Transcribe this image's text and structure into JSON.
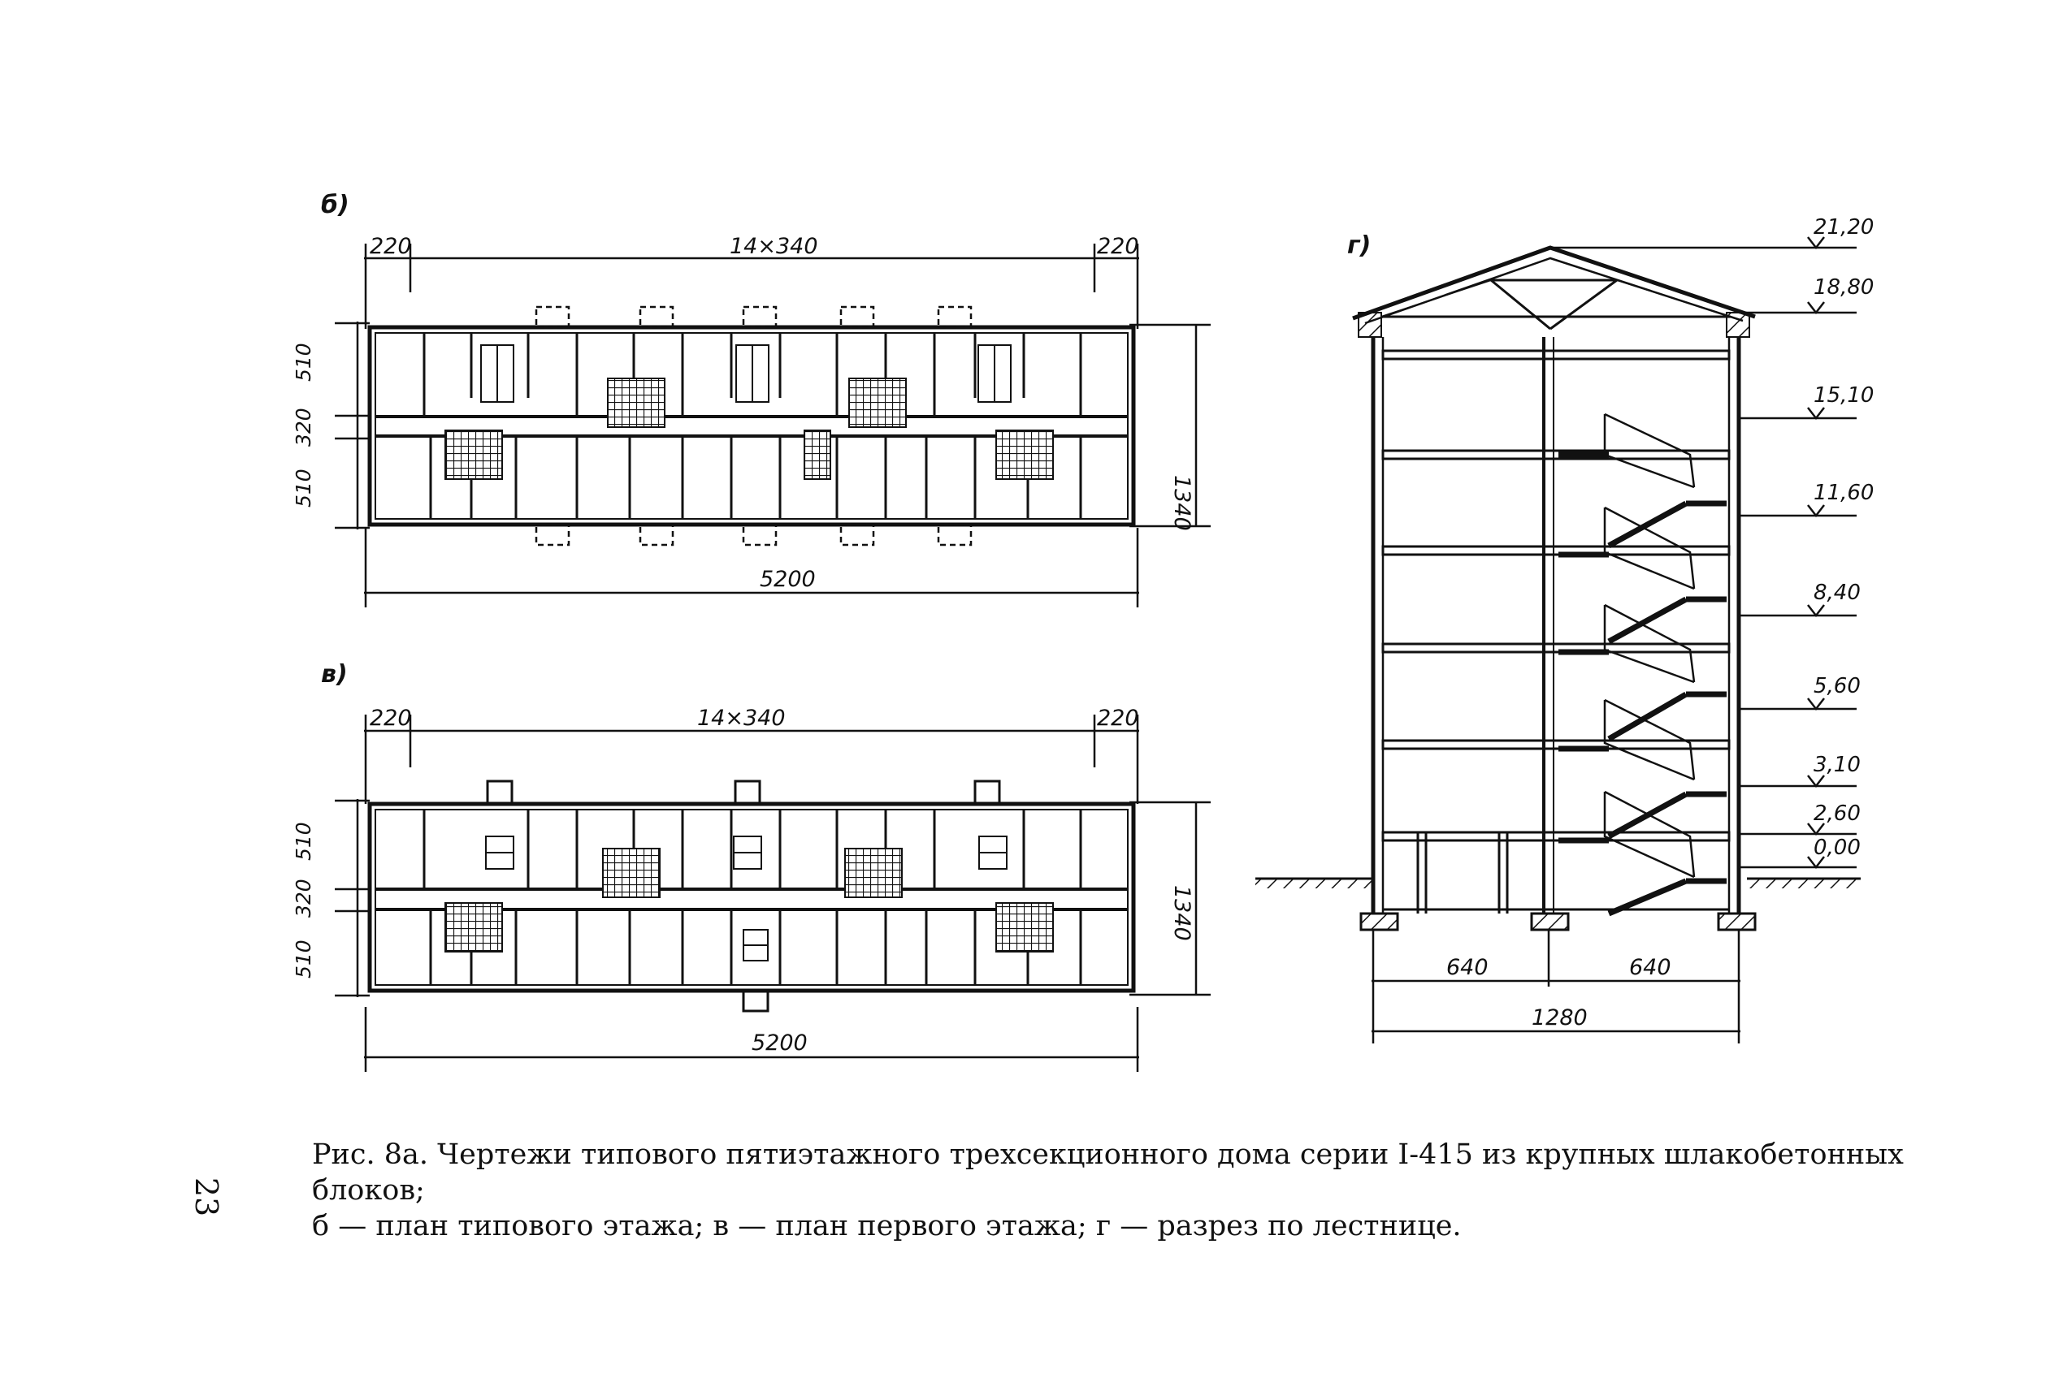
{
  "figure": {
    "caption_line1": "Рис. 8а. Чертежи типового пятиэтажного трехсекционного дома серии I-415 из крупных шлакобетонных блоков;",
    "caption_line2": "б — план типового этажа; в — план первого этажа; г — разрез по лестнице.",
    "page_number": "23"
  },
  "plan_typical": {
    "label": "б)",
    "dim_left": "220",
    "dim_middle": "14×340",
    "dim_right": "220",
    "dim_total": "5200",
    "dim_height": "1340",
    "dim_bay_top": "510",
    "dim_corridor": "320",
    "dim_bay_bottom": "510"
  },
  "plan_ground": {
    "label": "в)",
    "dim_left": "220",
    "dim_middle": "14×340",
    "dim_right": "220",
    "dim_total": "5200",
    "dim_height": "1340",
    "dim_bay_top": "510",
    "dim_corridor": "320",
    "dim_bay_bottom": "510"
  },
  "section": {
    "label": "г)",
    "dim_left": "640",
    "dim_right": "640",
    "dim_total": "1280",
    "levels": [
      "21,20",
      "18,80",
      "15,10",
      "11,60",
      "8,40",
      "5,60",
      "3,10",
      "2,60",
      "0,00"
    ]
  }
}
